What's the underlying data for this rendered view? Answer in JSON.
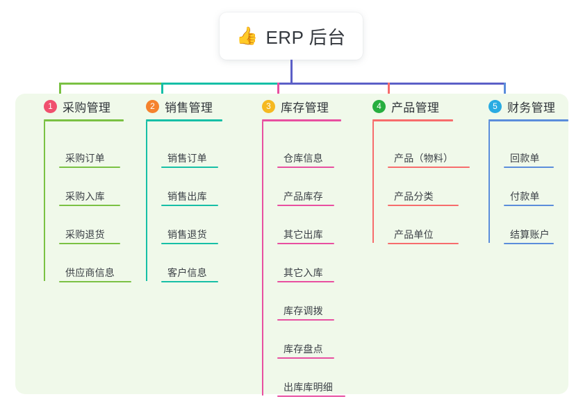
{
  "title": {
    "icon": "thumbs-up-icon",
    "icon_glyph": "👍",
    "text": "ERP 后台"
  },
  "palette": {
    "panel_bg": "#f0f9ea",
    "card_bg": "#ffffff",
    "text": "#3b4046",
    "bus_green": "#7ac143",
    "bus_teal": "#16bfa6",
    "bus_indigo": "#5b5fc7",
    "col1": "#7ac143",
    "col2": "#16bfa6",
    "col3": "#e84fa0",
    "col4": "#f76c6c",
    "col5": "#5b8ddb",
    "badge1": "#f0506e",
    "badge2": "#f5822d",
    "badge3": "#f5b921",
    "badge4": "#27ae3f",
    "badge5": "#29abe2"
  },
  "columns": [
    {
      "index": "1",
      "badge": "1",
      "badge_color": "#f0506e",
      "line_color": "#7ac143",
      "title": "采购管理",
      "items": [
        {
          "label": "采购订单"
        },
        {
          "label": "采购入库"
        },
        {
          "label": "采购退货"
        },
        {
          "label": "供应商信息"
        }
      ]
    },
    {
      "index": "2",
      "badge": "2",
      "badge_color": "#f5822d",
      "line_color": "#16bfa6",
      "title": "销售管理",
      "items": [
        {
          "label": "销售订单"
        },
        {
          "label": "销售出库"
        },
        {
          "label": "销售退货"
        },
        {
          "label": "客户信息"
        }
      ]
    },
    {
      "index": "3",
      "badge": "3",
      "badge_color": "#f5b921",
      "line_color": "#e84fa0",
      "title": "库存管理",
      "items": [
        {
          "label": "仓库信息"
        },
        {
          "label": "产品库存"
        },
        {
          "label": "其它出库"
        },
        {
          "label": "其它入库"
        },
        {
          "label": "库存调拨"
        },
        {
          "label": "库存盘点"
        },
        {
          "label": "出库库明细"
        }
      ]
    },
    {
      "index": "4",
      "badge": "4",
      "badge_color": "#27ae3f",
      "line_color": "#f76c6c",
      "title": "产品管理",
      "items": [
        {
          "label": "产品（物料）"
        },
        {
          "label": "产品分类"
        },
        {
          "label": "产品单位"
        }
      ]
    },
    {
      "index": "5",
      "badge": "5",
      "badge_color": "#29abe2",
      "line_color": "#5b8ddb",
      "title": "财务管理",
      "items": [
        {
          "label": "回款单"
        },
        {
          "label": "付款单"
        },
        {
          "label": "结算账户"
        }
      ]
    }
  ]
}
